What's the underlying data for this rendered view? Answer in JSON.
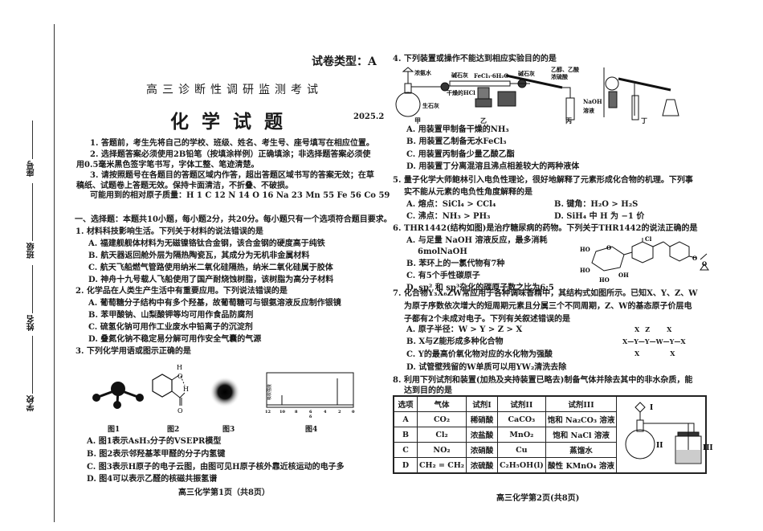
{
  "margin": {
    "seat": "座号",
    "class": "班级",
    "name": "姓名",
    "school": "学校"
  },
  "page1": {
    "paper_type": "试卷类型：A",
    "exam_title": "高三诊断性调研监测考试",
    "subject_title": "化学试题",
    "date": "2025.2",
    "instructions": [
      "1. 答题前，考生先将自己的学校、班级、姓名、考生号、座号填写在相应位置。",
      "2. 选择题答案必须使用2B铅笔（按填涂样例）正确填涂；非选择题答案必须使",
      "用0.5毫米黑色签字笔书写，字体工整、笔迹清楚。",
      "3. 请按照题号在各题目的答题区域内作答，超出答题区域书写的答案无效；在草",
      "稿纸、试题卷上答题无效。保持卡面清洁，不折叠、不破损。",
      "可能用到的相对原子质量：H 1   C 12   N 14   O 16   Na 23   Mn 55   Fe 56   Co 59"
    ],
    "section": "一、选择题：本题共10小题，每小题2分，共20分。每小题只有一个选项符合题目要求。",
    "q1": {
      "stem": "1. 材料科技影响生活。下列关于材料的说法错误的是",
      "options": [
        "A. 福建舰舰体材料为无磁镍铬钛合金钢，该合金钢的硬度高于纯铁",
        "B. 航天器返回舱外层为隔热陶瓷瓦，其成分为无机非金属材料",
        "C. 航天飞船燃气管路使用纳米二氧化硅隔热，纳米二氧化硅属于胶体",
        "D. 神舟十九号载人飞船使用了国产耐烧蚀树脂，该树脂为高分子材料"
      ]
    },
    "q2": {
      "stem": "2. 化学品在人类生产生活中有重要应用。下列说法错误的是",
      "options": [
        "A. 葡萄糖分子结构中有多个羟基，故葡萄糖可与银氨溶液反应制作银镜",
        "B. 苯甲酸钠、山梨酸钾等均可用作食品防腐剂",
        "C. 硫氢化钠可用作工业废水中铅离子的沉淀剂",
        "D. 叠氮化钠不稳定易分解可用作安全气囊的气源"
      ]
    },
    "q3": {
      "stem": "3. 下列化学用语或图示正确的是",
      "fig_labels": [
        "图1",
        "图2",
        "图3",
        "图4"
      ],
      "fig2_atoms": [
        "H",
        "O",
        "H",
        "O"
      ],
      "fig4_ylabel": "吸收强度",
      "fig4_xticks": [
        "12",
        "10",
        "8",
        "6",
        "4",
        "2",
        "0"
      ],
      "fig4_xlabel": "δ",
      "options": [
        "A. 图1表示AsH₃分子的VSEPR模型",
        "B. 图2表示邻羟基苯甲醛的分子内氢键",
        "C. 图3表示H原子的电子云图，由图可见H原子核外靠近核运动的电子多",
        "D. 图4可以表示乙醛的核磁共振氢谱"
      ]
    },
    "footer": "高三化学第1页（共8页）"
  },
  "page2": {
    "q4": {
      "stem": "4. 下列装置或操作不能达到相应实验目的的是",
      "apparatus_labels": {
        "jia_1": "浓氨水",
        "jia_2": "碱石灰",
        "jia_3": "生石灰",
        "yi_1": "FeCl₃·6H₂O",
        "yi_2": "碱石灰",
        "yi_3": "干燥的HCl",
        "bing_1": "乙醇、乙酸",
        "bing_2": "浓硫酸",
        "bing_3": "NaOH",
        "bing_4": "溶液"
      },
      "fig_labels": [
        "甲",
        "乙",
        "丙",
        "丁"
      ],
      "options": [
        "A. 用装置甲制备干燥的NH₃",
        "B. 用装置乙制备无水FeCl₃",
        "C. 用装置丙制备少量乙酸乙酯",
        "D. 用装置丁分离混溶且沸点相差较大的两种液体"
      ]
    },
    "q5": {
      "stem": [
        "5. 量子化学大师鲍林引入电负性理论，很好地解释了元素形成化合物的机理。下列事",
        "实不能从元素的电负性角度解释的是"
      ],
      "options": [
        "A. 熔点：SiCl₄ > CCl₄",
        "B. 键角：H₂O > H₂S",
        "C. 沸点：NH₃ > PH₃",
        "D. SiH₄ 中 H 为 −1 价"
      ]
    },
    "q6": {
      "stem": "6. THR1442(结构如图)是治疗糖尿病的药物。下列关于THR1442的说法正确的是",
      "options": [
        "A. 与足量 NaOH 溶液反应，最多消耗",
        "6molNaOH",
        "B. 苯环上的一氯代物有7种",
        "C. 有5个手性碳原子",
        "D. sp² 和 sp³杂化的碳原子数之比为6:5"
      ],
      "struct_labels": [
        "Cl",
        "HO",
        "HO",
        "OH",
        "HO",
        "O",
        "O",
        "O"
      ]
    },
    "q7": {
      "stem": [
        "7. 化合物Y₃X₆ZW常应用于各种调味香精中，其结构式如图所示。已知X、Y、Z、W",
        "为原子序数依次增大的短周期元素且分属三个不同周期，Z、W的基态原子价层电",
        "子都有2个未成对电子。下列有关叙述错误的是"
      ],
      "options": [
        "A. 原子半径：W > Y > Z > X",
        "B. X与Z能形成多种化合物",
        "C. Y的最高价氧化物对应的水化物为强酸",
        "D. 试管壁残留的W单质可以用YW₂清洗去除"
      ],
      "struct_labels": {
        "top": [
          "X",
          "Z",
          "X"
        ],
        "middle": "X—Y—Y—W—Y—X",
        "bottom": [
          "X",
          "X"
        ]
      }
    },
    "q8": {
      "stem": [
        "8. 利用下列试剂和装置(加热及夹持装置已略去)制备气体并除去其中的非水杂质，能",
        "达到目的的是"
      ],
      "table": {
        "headers": [
          "选项",
          "气体",
          "试剂I",
          "试剂II",
          "试剂III"
        ],
        "rows": [
          [
            "A",
            "CO₂",
            "稀硝酸",
            "CaCO₃",
            "饱和 Na₂CO₃ 溶液"
          ],
          [
            "B",
            "Cl₂",
            "浓盐酸",
            "MnO₂",
            "饱和 NaCl 溶液"
          ],
          [
            "C",
            "NO₂",
            "浓硝酸",
            "Cu",
            "蒸馏水"
          ],
          [
            "D",
            "CH₂ = CH₂",
            "浓硫酸",
            "C₂H₅OH(l)",
            "酸性 KMnO₄ 溶液"
          ]
        ]
      },
      "apparatus_labels": [
        "I",
        "II",
        "III"
      ]
    },
    "footer": "高三化学第2页(共8页)"
  }
}
